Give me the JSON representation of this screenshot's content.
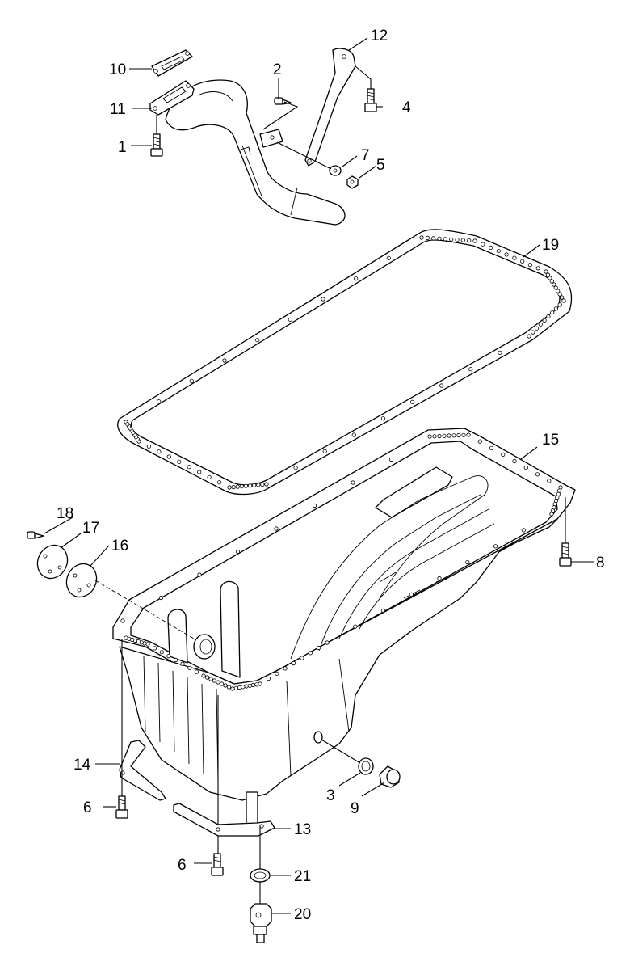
{
  "diagram": {
    "callouts": [
      {
        "id": "c1",
        "text": "1"
      },
      {
        "id": "c2",
        "text": "2"
      },
      {
        "id": "c3",
        "text": "3"
      },
      {
        "id": "c4",
        "text": "4"
      },
      {
        "id": "c5",
        "text": "5"
      },
      {
        "id": "c6a",
        "text": "6"
      },
      {
        "id": "c6b",
        "text": "6"
      },
      {
        "id": "c7",
        "text": "7"
      },
      {
        "id": "c8",
        "text": "8"
      },
      {
        "id": "c9",
        "text": "9"
      },
      {
        "id": "c10",
        "text": "10"
      },
      {
        "id": "c11",
        "text": "11"
      },
      {
        "id": "c12",
        "text": "12"
      },
      {
        "id": "c13",
        "text": "13"
      },
      {
        "id": "c14",
        "text": "14"
      },
      {
        "id": "c15",
        "text": "15"
      },
      {
        "id": "c16",
        "text": "16"
      },
      {
        "id": "c17",
        "text": "17"
      },
      {
        "id": "c18",
        "text": "18"
      },
      {
        "id": "c19",
        "text": "19"
      },
      {
        "id": "c20",
        "text": "20"
      },
      {
        "id": "c21",
        "text": "21"
      }
    ]
  }
}
